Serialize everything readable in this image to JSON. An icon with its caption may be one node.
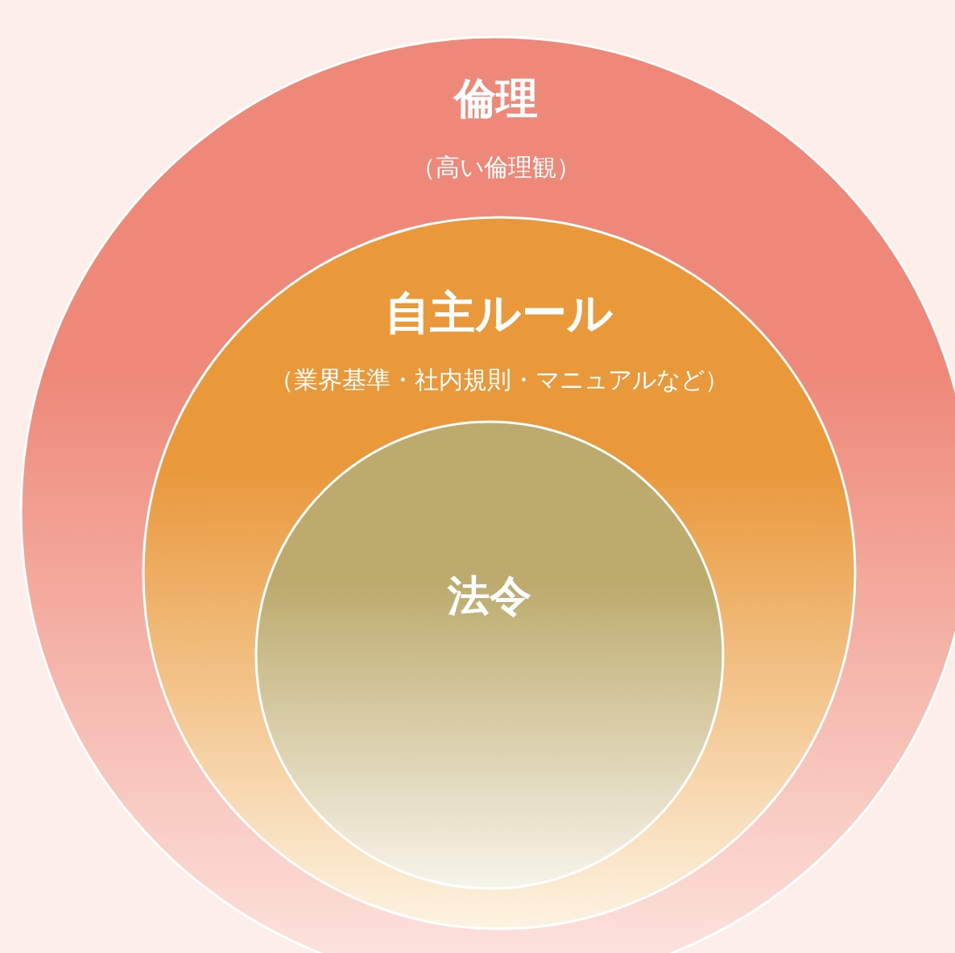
{
  "diagram": {
    "nodes": [
      {
        "text": [
          "倫理",
          "（高い倫理観）"
        ]
      },
      {
        "text": [
          "自主ルール",
          "（業界基準・社内規則・マニュアルなど）"
        ],
        "in": 0
      },
      {
        "text": [
          "法令"
        ],
        "in": 1
      }
    ]
  }
}
